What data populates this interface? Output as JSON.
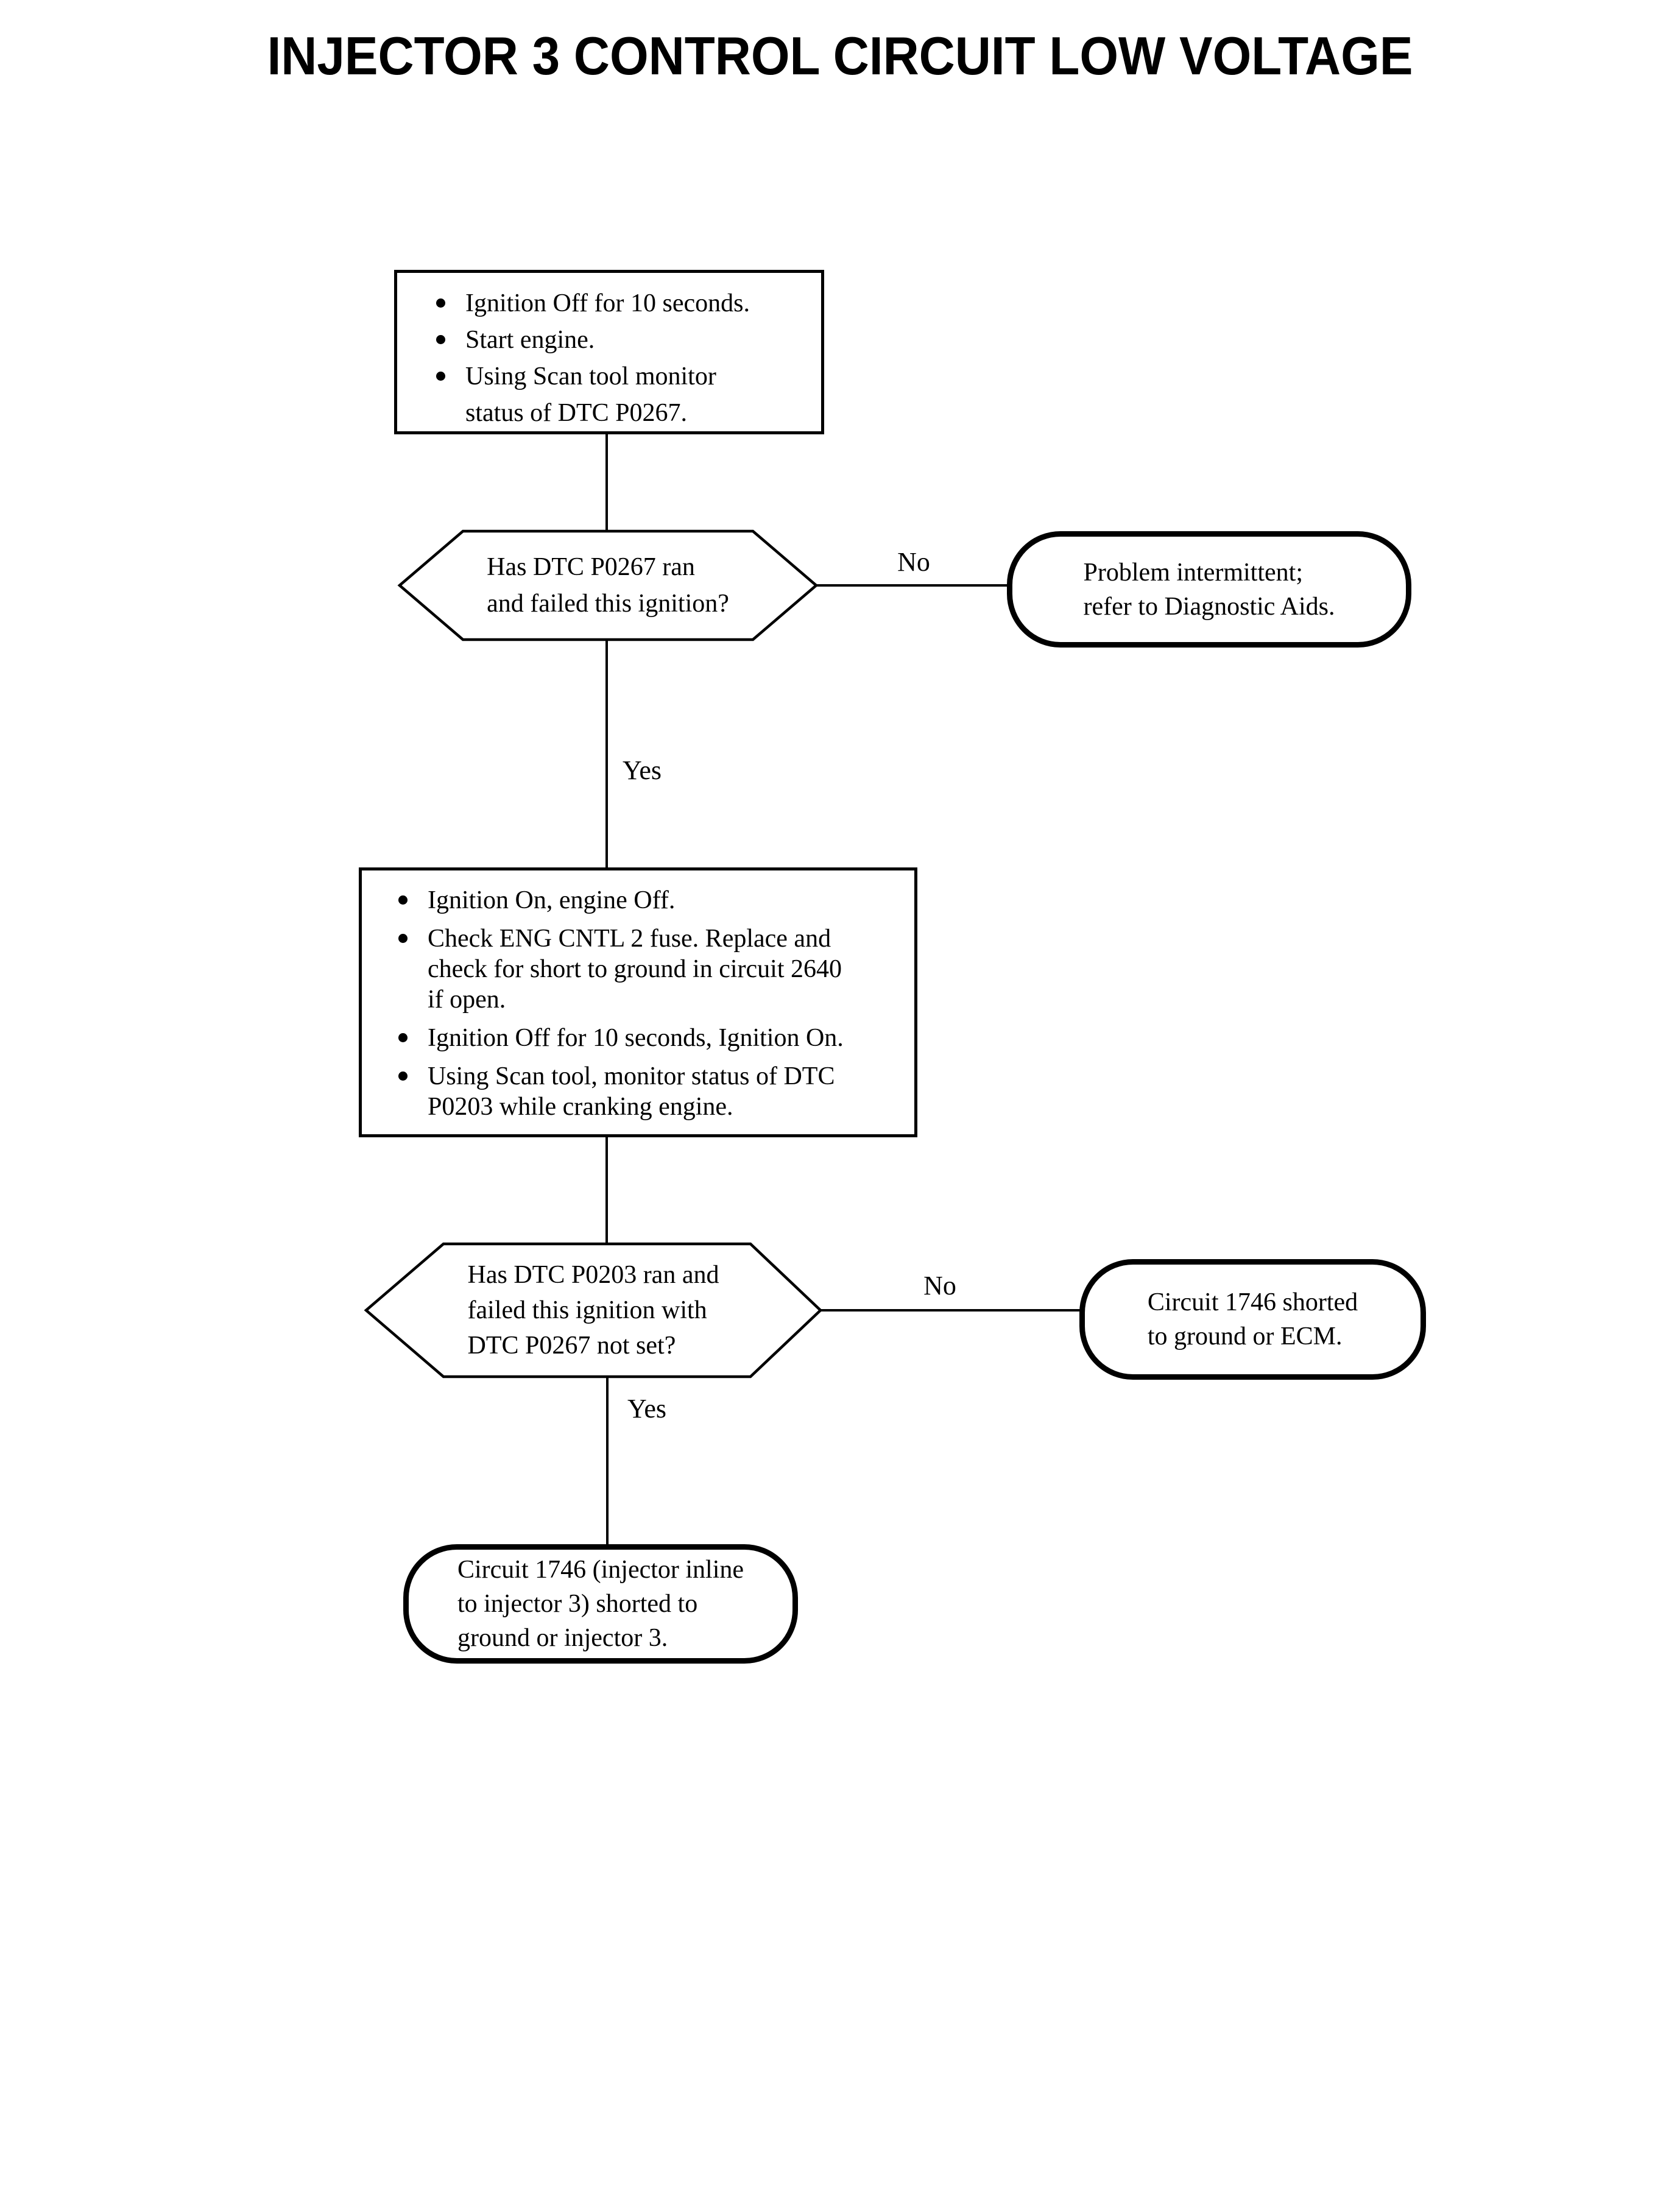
{
  "title": "INJECTOR 3 CONTROL CIRCUIT LOW VOLTAGE",
  "colors": {
    "ink": "#000000",
    "paper": "#ffffff"
  },
  "flowchart": {
    "step1": {
      "bullets": [
        "Ignition Off for 10 seconds.",
        "Start engine.",
        "Using Scan tool monitor\nstatus of DTC P0267."
      ]
    },
    "decision1": {
      "question": "Has DTC P0267 ran\nand failed this ignition?",
      "no_label": "No",
      "yes_label": "Yes"
    },
    "no1_outcome": {
      "text": "Problem intermittent;\nrefer to Diagnostic Aids."
    },
    "step2": {
      "bullets": [
        "Ignition On, engine Off.",
        "Check ENG CNTL 2 fuse. Replace and\ncheck for short to ground in circuit 2640\nif open.",
        "Ignition Off for 10 seconds, Ignition On.",
        "Using Scan tool, monitor status of DTC\nP0203 while cranking engine."
      ]
    },
    "decision2": {
      "question": "Has DTC P0203 ran and\nfailed this ignition with\nDTC P0267 not set?",
      "no_label": "No",
      "yes_label": "Yes"
    },
    "no2_outcome": {
      "text": "Circuit 1746 shorted\nto ground or ECM."
    },
    "yes2_outcome": {
      "text": "Circuit 1746 (injector inline\nto injector 3) shorted to\nground or injector 3."
    }
  }
}
